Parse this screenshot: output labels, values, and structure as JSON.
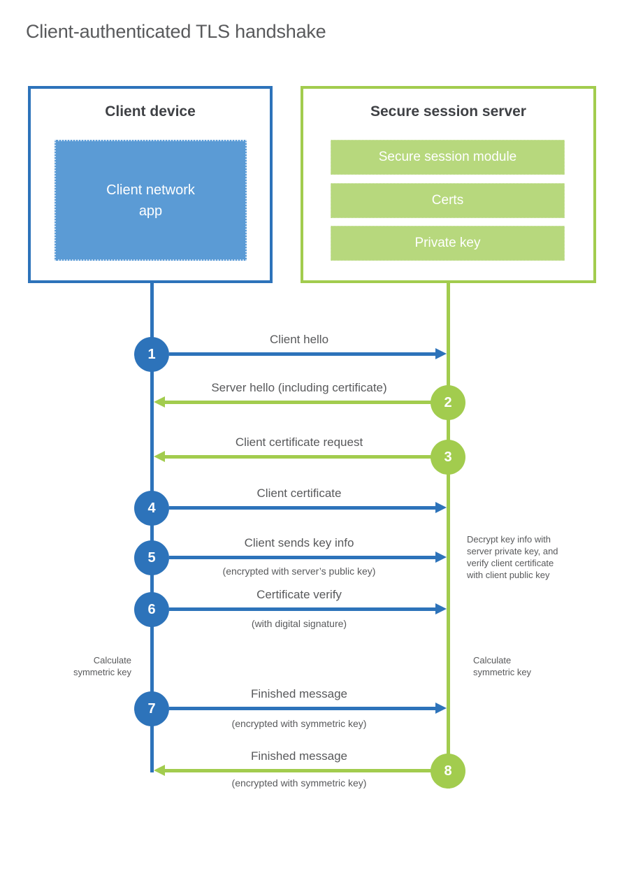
{
  "title": "Client-authenticated TLS handshake",
  "client_box": {
    "title": "Client device",
    "app_label": "Client network\napp"
  },
  "server_box": {
    "title": "Secure session server",
    "modules": [
      "Secure session module",
      "Certs",
      "Private key"
    ]
  },
  "messages": [
    {
      "number": "1",
      "label": "Client hello"
    },
    {
      "number": "2",
      "label": "Server hello (including certificate)"
    },
    {
      "number": "3",
      "label": "Client certificate request"
    },
    {
      "number": "4",
      "label": "Client certificate"
    },
    {
      "number": "5",
      "label": "Client sends key info",
      "sublabel": "(encrypted with server’s public key)"
    },
    {
      "number": "6",
      "label": "Certificate verify",
      "sublabel": "(with digital signature)"
    },
    {
      "number": "7",
      "label": "Finished message",
      "sublabel": "(encrypted with symmetric key)"
    },
    {
      "number": "8",
      "label": "Finished message",
      "sublabel": "(encrypted with symmetric key)"
    }
  ],
  "annotations": {
    "server_note": "Decrypt key info with\nserver private key, and\nverify client certificate\nwith client public key",
    "client_calc": "Calculate\nsymmetric key",
    "server_calc": "Calculate\nsymmetric key"
  },
  "colors": {
    "blue": "#2d73ba",
    "blue_fill": "#5b9bd5",
    "green": "#a2cc4e",
    "green_fill": "#b7d87d"
  }
}
